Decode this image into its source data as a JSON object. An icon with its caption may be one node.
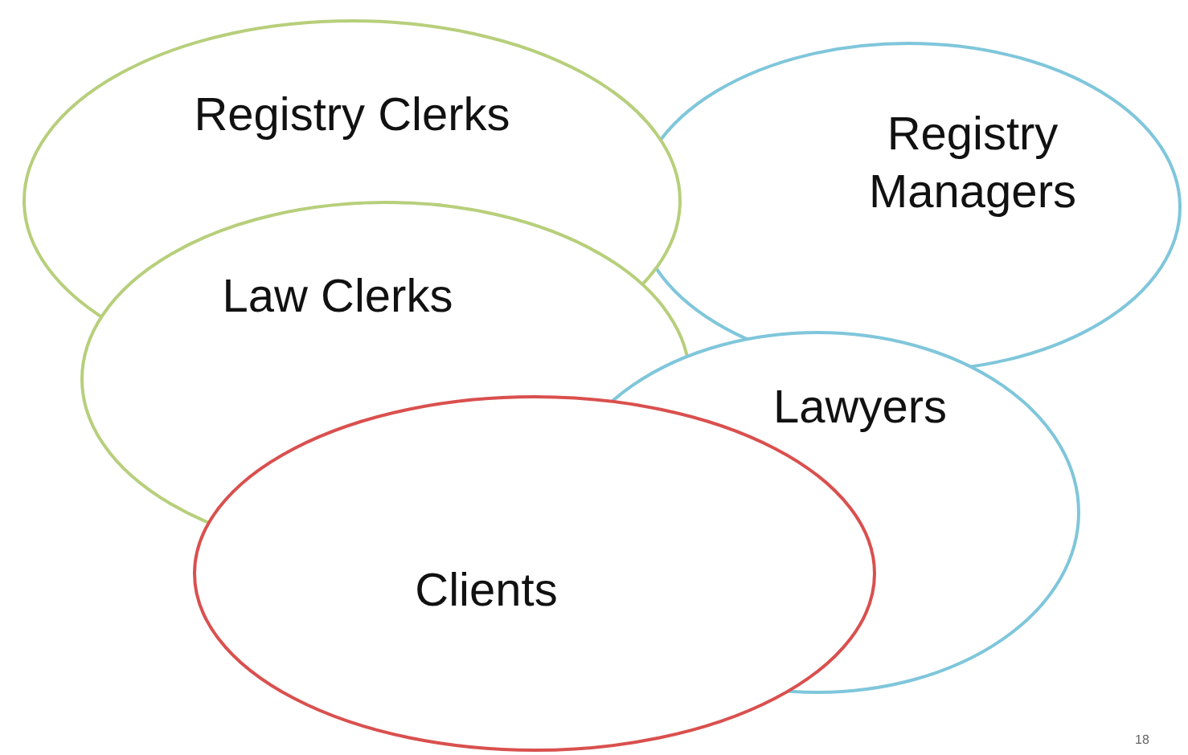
{
  "diagram": {
    "nodes": [
      {
        "text": [
          "Registry Clerks"
        ]
      },
      {
        "text": [
          "Registry Managers"
        ]
      },
      {
        "text": [
          "Law Clerks"
        ]
      },
      {
        "text": [
          "Lawyers"
        ]
      },
      {
        "text": [
          "Clients"
        ]
      }
    ],
    "labels": [
      "18"
    ]
  }
}
